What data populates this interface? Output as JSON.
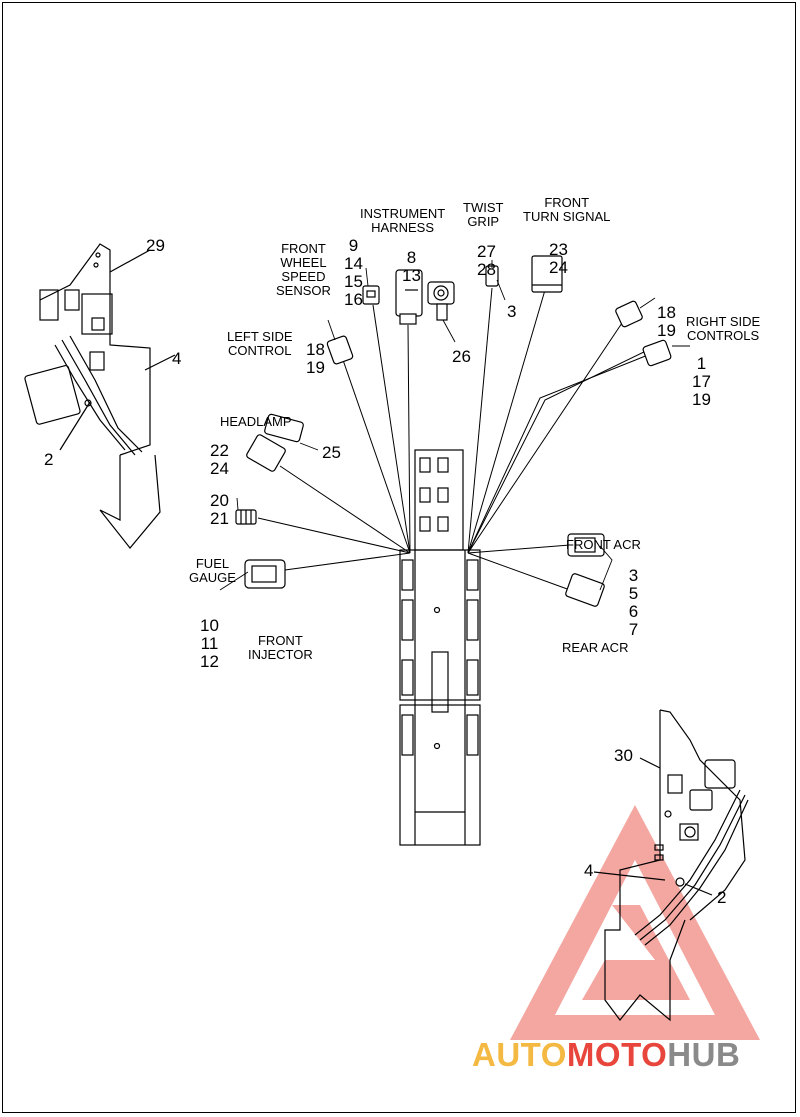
{
  "captions": {
    "instrument_harness": [
      "INSTRUMENT",
      "HARNESS"
    ],
    "twist_grip": [
      "TWIST",
      "GRIP"
    ],
    "front_turn_signal": [
      "FRONT",
      "TURN SIGNAL"
    ],
    "front_wheel_speed_sensor": [
      "FRONT",
      "WHEEL",
      "SPEED",
      "SENSOR"
    ],
    "left_side_control": [
      "LEFT SIDE",
      "CONTROL"
    ],
    "right_side_controls": [
      "RIGHT SIDE",
      "CONTROLS"
    ],
    "headlamp": [
      "HEADLAMP"
    ],
    "fuel_gauge": [
      "FUEL",
      "GAUGE"
    ],
    "front_injector": [
      "FRONT",
      "INJECTOR"
    ],
    "front_acr": [
      "FRONT ACR"
    ],
    "rear_acr": [
      "REAR ACR"
    ]
  },
  "callouts": {
    "c29": [
      "29"
    ],
    "c4_left": [
      "4"
    ],
    "c2_left": [
      "2"
    ],
    "c9_16": [
      "9",
      "14",
      "15",
      "16"
    ],
    "c8_13": [
      "8",
      "13"
    ],
    "c27_28": [
      "27",
      "28"
    ],
    "c3_twist": [
      "3"
    ],
    "c23_24": [
      "23",
      "24"
    ],
    "c26": [
      "26"
    ],
    "c18_19_right": [
      "18",
      "19"
    ],
    "c1_17_19": [
      "1",
      "17",
      "19"
    ],
    "c18_19_left": [
      "18",
      "19"
    ],
    "c22_24": [
      "22",
      "24"
    ],
    "c25": [
      "25"
    ],
    "c20_21": [
      "20",
      "21"
    ],
    "c10_12": [
      "10",
      "11",
      "12"
    ],
    "c3_7": [
      "3",
      "5",
      "6",
      "7"
    ],
    "c30": [
      "30"
    ],
    "c4_right": [
      "4"
    ],
    "c2_right": [
      "2"
    ]
  },
  "watermark": {
    "part1": "AUTO",
    "part2": "MOTO",
    "part3": "HUB",
    "colors": {
      "part1": "#f4b942",
      "part2": "#e8463c",
      "part3": "#8a8a8a",
      "triangle": "#e8463c"
    }
  }
}
